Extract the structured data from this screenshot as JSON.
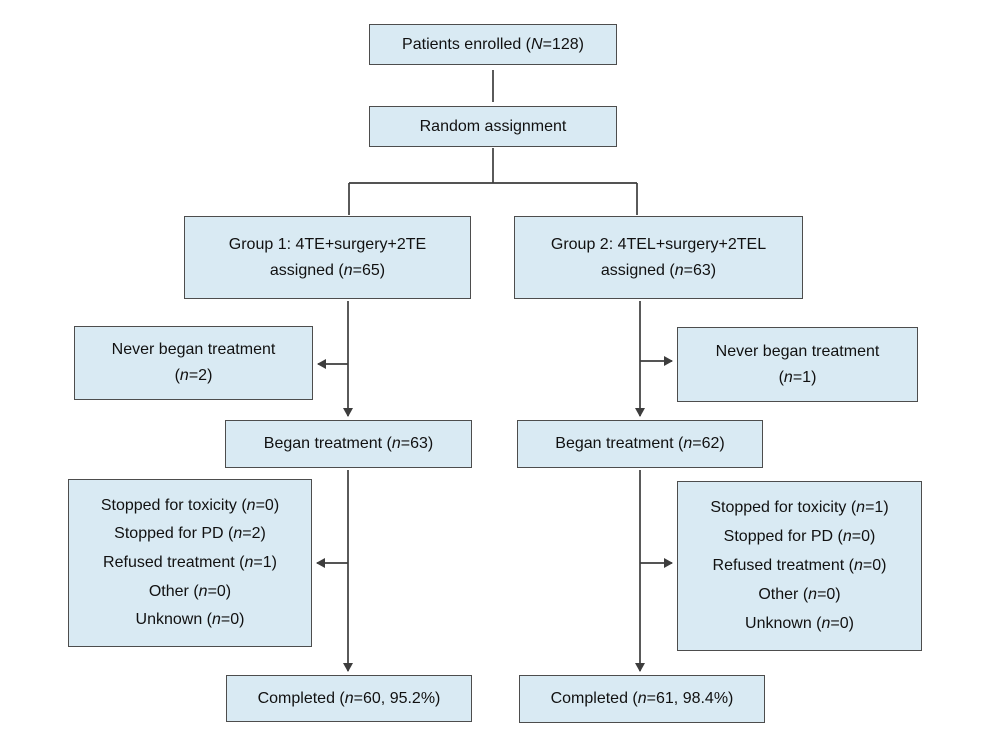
{
  "theme": {
    "background": "#ffffff",
    "box_fill": "#d9eaf3",
    "box_border": "#4d4d4d",
    "line_color": "#3d3d3d",
    "text_color": "#111111"
  },
  "boxes": {
    "enrolled": {
      "pre": "Patients enrolled (",
      "var": "N",
      "post": "=128)"
    },
    "random": {
      "label": "Random assignment"
    },
    "group1": {
      "line1": "Group 1: 4TE+surgery+2TE",
      "line2_pre": "assigned (",
      "var": "n",
      "line2_post": "=65)"
    },
    "group2": {
      "line1": "Group 2: 4TEL+surgery+2TEL",
      "line2_pre": "assigned (",
      "var": "n",
      "line2_post": "=63)"
    },
    "never1": {
      "line1": "Never began treatment",
      "pre": "(",
      "var": "n",
      "post": "=2)"
    },
    "never2": {
      "line1": "Never began treatment",
      "pre": "(",
      "var": "n",
      "post": "=1)"
    },
    "began1": {
      "pre": "Began treatment (",
      "var": "n",
      "post": "=63)"
    },
    "began2": {
      "pre": "Began treatment (",
      "var": "n",
      "post": "=62)"
    },
    "detail1": {
      "lines": [
        {
          "pre": "Stopped for toxicity (",
          "var": "n",
          "post": "=0)"
        },
        {
          "pre": "Stopped for PD (",
          "var": "n",
          "post": "=2)"
        },
        {
          "pre": "Refused treatment (",
          "var": "n",
          "post": "=1)"
        },
        {
          "pre": "Other (",
          "var": "n",
          "post": "=0)"
        },
        {
          "pre": "Unknown (",
          "var": "n",
          "post": "=0)"
        }
      ]
    },
    "detail2": {
      "lines": [
        {
          "pre": "Stopped for toxicity (",
          "var": "n",
          "post": "=1)"
        },
        {
          "pre": "Stopped for PD (",
          "var": "n",
          "post": "=0)"
        },
        {
          "pre": "Refused treatment (",
          "var": "n",
          "post": "=0)"
        },
        {
          "pre": "Other (",
          "var": "n",
          "post": "=0)"
        },
        {
          "pre": "Unknown (",
          "var": "n",
          "post": "=0)"
        }
      ]
    },
    "completed1": {
      "pre": "Completed (",
      "var": "n",
      "post": "=60, 95.2%)"
    },
    "completed2": {
      "pre": "Completed (",
      "var": "n",
      "post": "=61, 98.4%)"
    }
  }
}
